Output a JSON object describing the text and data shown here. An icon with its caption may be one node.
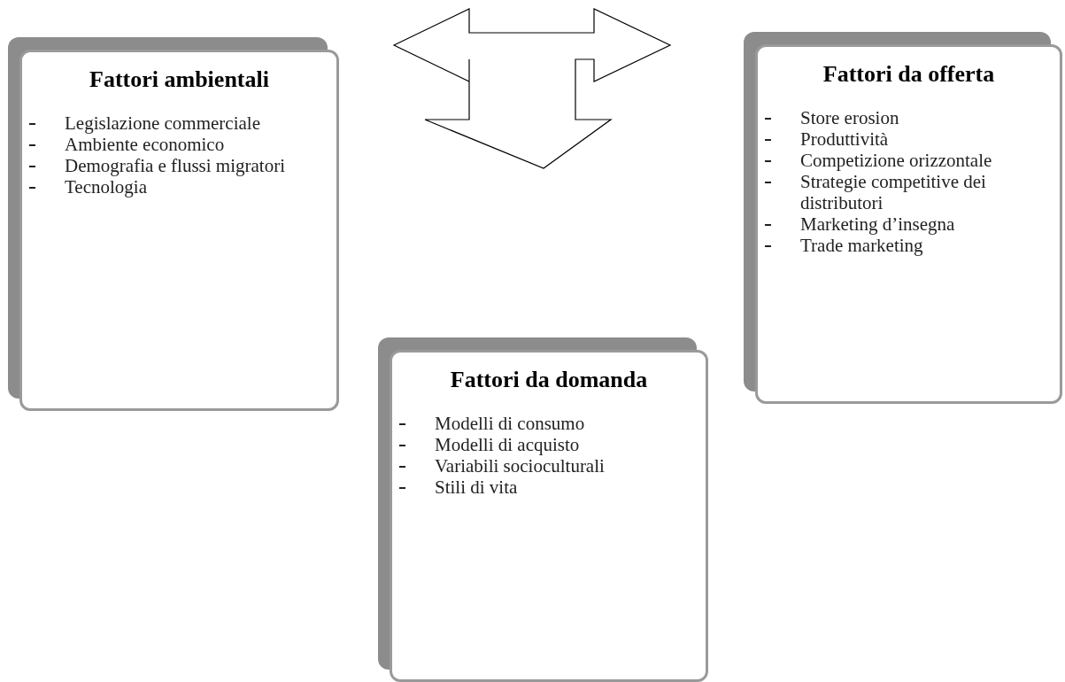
{
  "diagram": {
    "nodes": [
      {
        "text": [
          "Fattori ambientali",
          "Legislazione commerciale",
          "Ambiente economico",
          "Demografia e flussi migratori",
          "Tecnologia"
        ]
      },
      {
        "text": [],
        "shape": "arrow"
      },
      {
        "text": [
          "Fattori da offerta",
          "Store erosion",
          "Produttività",
          "Competizione orizzontale",
          "Strategie competitive dei distributori",
          "Marketing d’insegna",
          "Trade marketing"
        ]
      },
      {
        "text": [
          "Fattori da domanda",
          "Modelli di consumo",
          "Modelli di acquisto",
          "Variabili socioculturali",
          "Stili di vita"
        ]
      }
    ]
  }
}
